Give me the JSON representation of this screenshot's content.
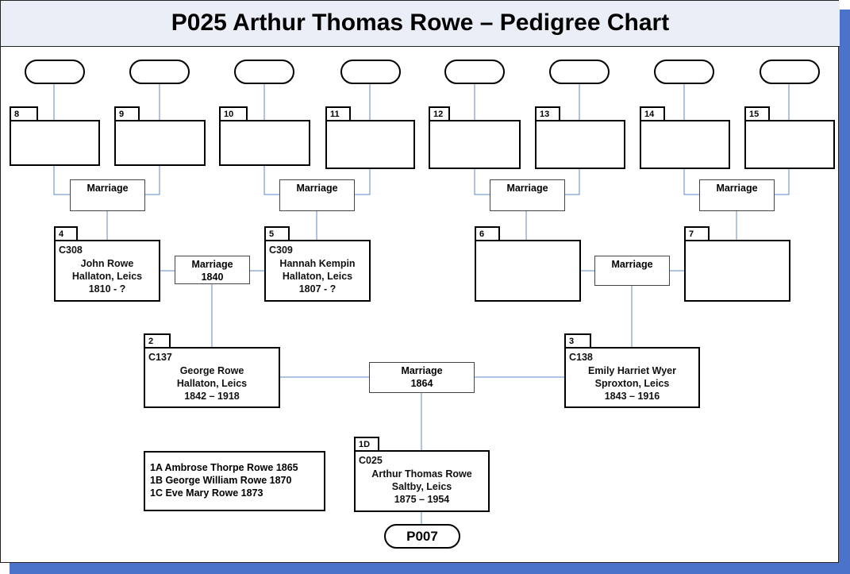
{
  "title": "P025 Arthur Thomas Rowe – Pedigree Chart",
  "persons": {
    "p1": {
      "number": "1D",
      "code": "C025",
      "name": "Arthur Thomas Rowe",
      "place": "Saltby, Leics",
      "dates": "1875 – 1954"
    },
    "p2": {
      "number": "2",
      "code": "C137",
      "name": "George Rowe",
      "place": "Hallaton, Leics",
      "dates": "1842 – 1918"
    },
    "p3": {
      "number": "3",
      "code": "C138",
      "name": "Emily Harriet Wyer",
      "place": "Sproxton, Leics",
      "dates": "1843 – 1916"
    },
    "p4": {
      "number": "4",
      "code": "C308",
      "name": "John Rowe",
      "place": "Hallaton, Leics",
      "dates": "1810 - ?"
    },
    "p5": {
      "number": "5",
      "code": "C309",
      "name": "Hannah Kempin",
      "place": "Hallaton, Leics",
      "dates": "1807 - ?"
    },
    "p6": {
      "number": "6"
    },
    "p7": {
      "number": "7"
    },
    "p8": {
      "number": "8"
    },
    "p9": {
      "number": "9"
    },
    "p10": {
      "number": "10"
    },
    "p11": {
      "number": "11"
    },
    "p12": {
      "number": "12"
    },
    "p13": {
      "number": "13"
    },
    "p14": {
      "number": "14"
    },
    "p15": {
      "number": "15"
    }
  },
  "marriages": {
    "m23": {
      "label": "Marriage",
      "year": "1864"
    },
    "m45": {
      "label": "Marriage",
      "year": "1840"
    },
    "m67": {
      "label": "Marriage"
    },
    "m89": {
      "label": "Marriage"
    },
    "m1011": {
      "label": "Marriage"
    },
    "m1213": {
      "label": "Marriage"
    },
    "m1415": {
      "label": "Marriage"
    }
  },
  "siblings": [
    "1A Ambrose Thorpe Rowe 1865",
    "1B George William Rowe 1870",
    "1C Eve Mary Rowe 1873"
  ],
  "reference": "P007",
  "colors": {
    "connector": "#5b88c8",
    "shadow": "#4a73c9",
    "title_background": "#eaeef6"
  }
}
